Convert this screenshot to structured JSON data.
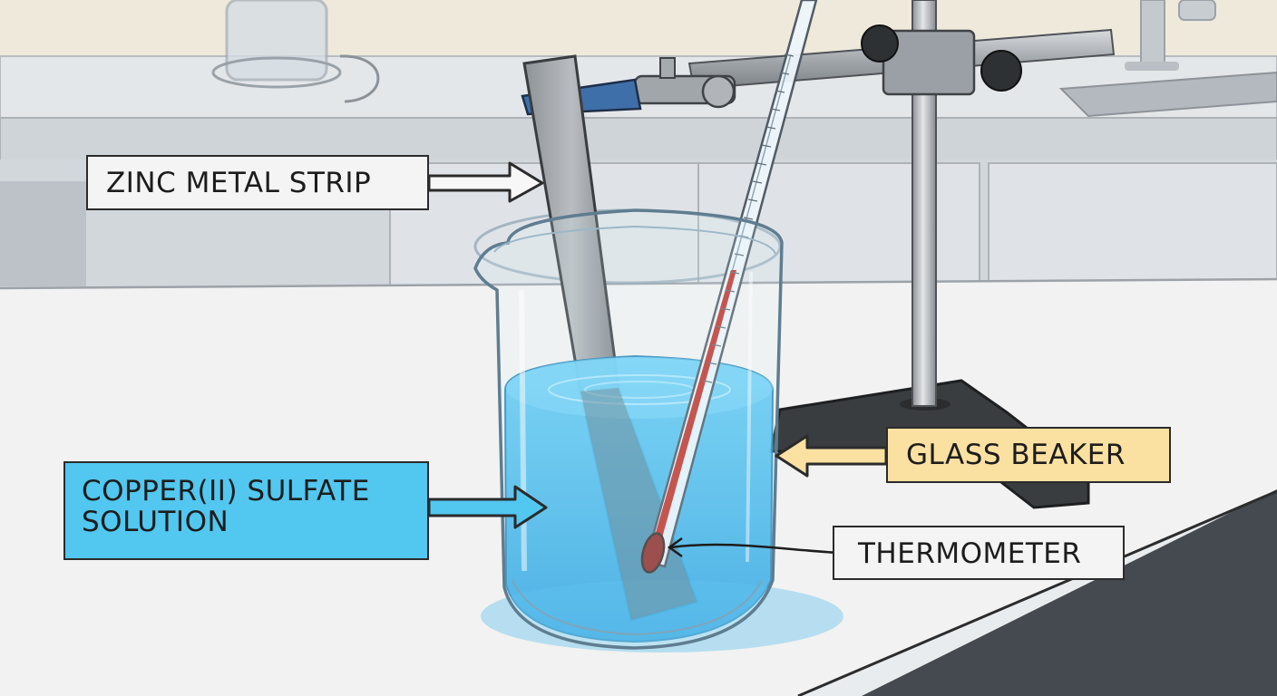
{
  "labels": {
    "zinc_strip": "ZINC METAL STRIP",
    "copper_solution_line1": "COPPER(II) SULFATE",
    "copper_solution_line2": "SOLUTION",
    "glass_beaker": "GLASS BEAKER",
    "thermometer": "THERMOMETER"
  },
  "colors": {
    "solution": "#3fb6ec",
    "copper_label": "#52c7ef",
    "beaker_label": "#fbe1a1",
    "thermometer_liquid": "#c0322a",
    "clamp_grip": "#3f6fa8",
    "bench": "#f2f2f2",
    "wall": "#e9ecef"
  }
}
